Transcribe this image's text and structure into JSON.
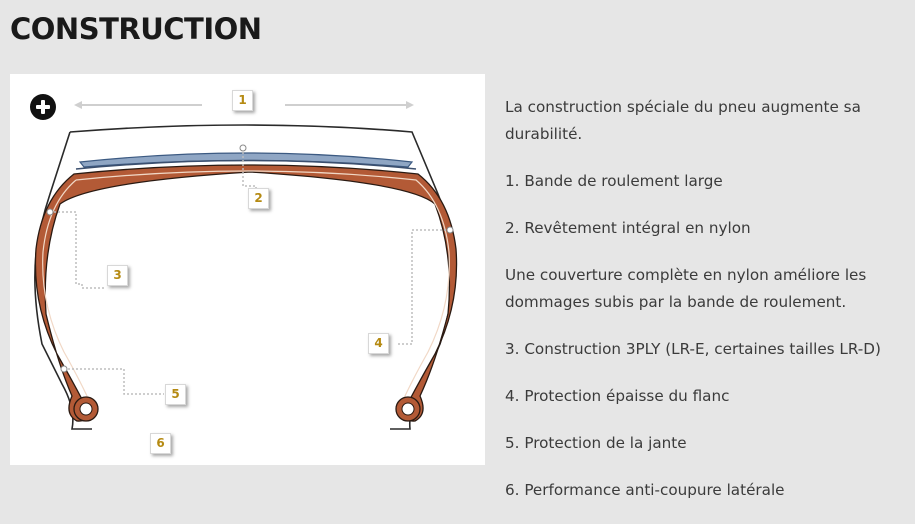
{
  "page": {
    "title": "CONSTRUCTION"
  },
  "diagram": {
    "zoom_icon": "plus-circle-icon",
    "callouts": [
      "1",
      "2",
      "3",
      "4",
      "5",
      "6"
    ]
  },
  "description": {
    "intro": "La construction spéciale du pneu augmente sa durabilité.",
    "items": [
      "1. Bande de roulement large",
      "2. Revêtement intégral en nylon",
      "Une couverture complète en nylon améliore les dommages subis par la bande de roulement.",
      "3. Construction 3PLY (LR-E, certaines tailles LR-D)",
      "4. Protection épaisse du flanc",
      "5. Protection de la jante",
      "6. Performance anti-coupure latérale"
    ]
  },
  "colors": {
    "background": "#e6e6e6",
    "panel": "#ffffff",
    "callout_text": "#b58a12",
    "ply": "#a0522d",
    "belt": "#5f7fa8"
  }
}
